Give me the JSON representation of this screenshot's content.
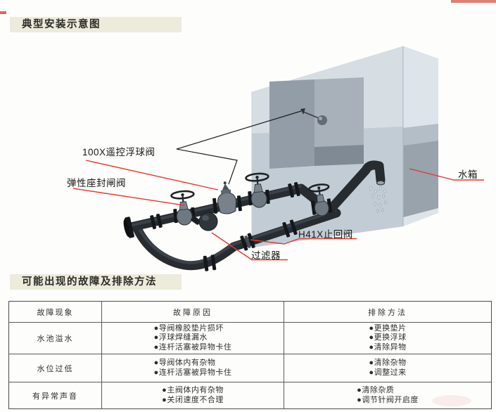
{
  "page": {
    "section1_title": "典型安装示意图",
    "section2_title": "可能出现的故障及排除方法"
  },
  "diagram": {
    "labels": {
      "float_valve": "100X遥控浮球阀",
      "gate_valve": "弹性座封闸阀",
      "strainer": "过滤器",
      "check_valve": "H41X止回阀",
      "water_tank": "水箱"
    }
  },
  "table": {
    "headers": [
      "故障现象",
      "故障原因",
      "排除方法"
    ],
    "rows": [
      {
        "phenomenon": "水池溢水",
        "causes": [
          "●导阀橡胶垫片损坏",
          "●浮球焊缝漏水",
          "●连杆活塞被异物卡住"
        ],
        "methods": [
          "●更换垫片",
          "●更换浮球",
          "●清除异物"
        ]
      },
      {
        "phenomenon": "水位过低",
        "causes": [
          "●导阀体内有杂物",
          "●连杆活塞被异物卡住"
        ],
        "methods": [
          "●清除杂物",
          "●调整过来"
        ]
      },
      {
        "phenomenon": "有异常声音",
        "causes": [
          "●主阀体内有杂物",
          "●关闭速度不合理"
        ],
        "methods": [
          "●清除杂质",
          "●调节针阀开启度"
        ]
      }
    ]
  },
  "colors": {
    "header_bg": "#ecebdc",
    "leader_red": "#e23b2e",
    "table_border": "#4c4c4c",
    "pipe_dark": "#272c31",
    "tank_light": "#d6dee4"
  }
}
